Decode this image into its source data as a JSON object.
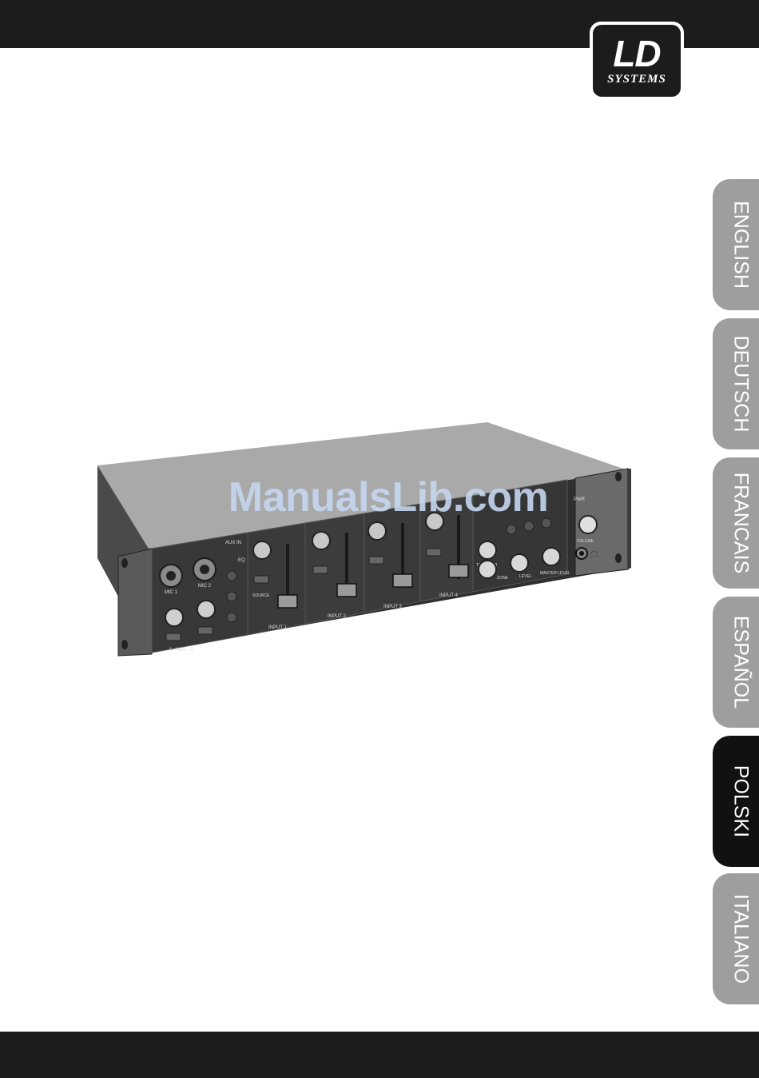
{
  "brand": {
    "logo_mark": "LD",
    "logo_sub": "SYSTEMS"
  },
  "language_tabs": [
    {
      "label": "ENGLISH",
      "active": false
    },
    {
      "label": "DEUTSCH",
      "active": false
    },
    {
      "label": "FRANCAIS",
      "active": false
    },
    {
      "label": "ESPAÑOL",
      "active": false
    },
    {
      "label": "POLSKI",
      "active": true
    },
    {
      "label": "ITALIANO",
      "active": false
    }
  ],
  "watermark": "ManualsLib.com",
  "device_labels": {
    "mic1": "MIC 1",
    "mic2": "MIC 2",
    "aux_in": "AUX IN",
    "eq": "EQ",
    "source": "SOURCE",
    "input1": "INPUT 1",
    "input2": "INPUT 2",
    "input3": "INPUT 3",
    "input4": "INPUT 4",
    "talkover": "TALKOVER",
    "zone": "ZONE",
    "level": "LEVEL",
    "master_level": "MASTER LEVEL",
    "pwr": "PWR",
    "volume": "VOLUME",
    "mic_range": "1—MIC—2"
  },
  "colors": {
    "bar": "#1c1c1c",
    "tab_inactive": "#9e9e9e",
    "tab_active": "#111111",
    "watermark": "#c4d6f0"
  }
}
